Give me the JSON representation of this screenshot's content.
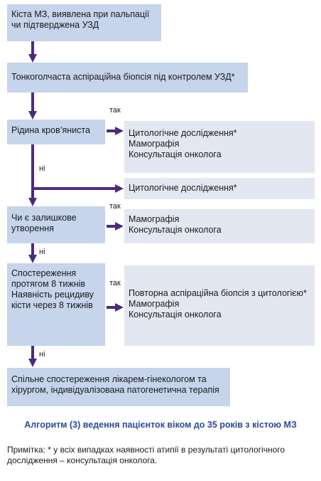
{
  "boxes": {
    "b1": {
      "lines": [
        "Кіста МЗ, виявлена при пальпації",
        "чи підтверджена УЗД"
      ]
    },
    "b2": {
      "lines": [
        "Тонкоголчаста аспіраційна біопсія під контролем УЗД*"
      ]
    },
    "b3": {
      "lines": [
        "Рідина кров’яниста"
      ]
    },
    "r1": {
      "lines": [
        "Цитологічне дослідження*",
        "Мамографія",
        "Консультація онколога"
      ]
    },
    "r2": {
      "lines": [
        "Цитологічне дослідження*"
      ]
    },
    "b4": {
      "lines": [
        "Чи є залишкове",
        "утворення"
      ]
    },
    "r3": {
      "lines": [
        "Мамографія",
        "Консультація онколога"
      ]
    },
    "b5": {
      "lines": [
        "Спостереження",
        "протягом 8 тижнів",
        "Наявність рецидиву",
        "кісти через 8 тижнів"
      ]
    },
    "r4": {
      "lines": [
        "Повторна аспіраційна біопсія з цитологією*",
        "Мамографія",
        "Консультація онколога"
      ]
    },
    "b6": {
      "lines": [
        "Спільне спостереження лікарем-гінекологом та",
        "хірургом, індивідуалізована патогенетична терапія"
      ]
    }
  },
  "labels": {
    "yes": "так",
    "no": "ні"
  },
  "caption": "Алгоритм (3) ведення пацієнток віком до 35 років з кістою МЗ",
  "note": "Примітка: * у всіх випадках наявності атипії в результаті цитологічного дослідження – консультація онколога.",
  "colors": {
    "main_box": "#c6d4ec",
    "result_box": "#e3e7f1",
    "arrow": "#4b2b7e",
    "caption": "#2b4a9a"
  }
}
